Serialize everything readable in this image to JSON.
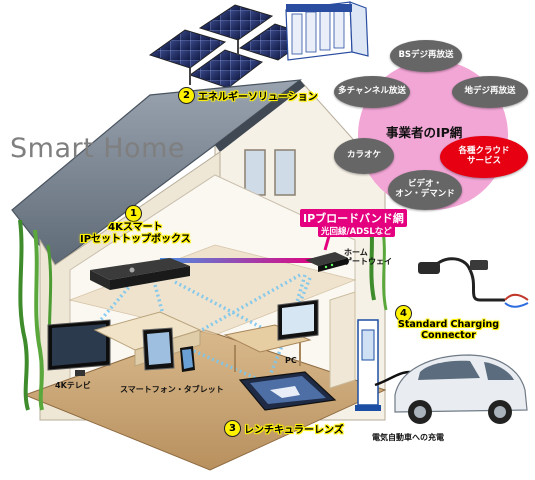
{
  "title": "Smart Home",
  "network": {
    "center": "事業者のIP網",
    "services": [
      "BSデジ再放送",
      "多チャンネル放送",
      "地デジ再放送",
      "カラオケ",
      "各種クラウド\nサービス",
      "ビデオ・\nオン・デマンド"
    ]
  },
  "broadband": {
    "title": "IPブロードバンド網",
    "subtitle": "光回線/ADSLなど"
  },
  "gateway": "ホーム\nゲートウェイ",
  "numbered": [
    {
      "num": "1",
      "label": "4Kスマート\nIPセットトップボックス"
    },
    {
      "num": "2",
      "label": "エネルギーソリューション"
    },
    {
      "num": "3",
      "label": "レンチキュラーレンズ"
    },
    {
      "num": "4",
      "label": "Standard Charging\nConnector"
    }
  ],
  "devices": {
    "tv": "4Kテレビ",
    "smartphone": "スマートフォン・タブレット",
    "pc": "PC",
    "ev": "電気自動車への充電"
  },
  "colors": {
    "network_bg": "#f2a6d6",
    "bubble": "#666666",
    "bubble_highlight": "#e60012",
    "broadband": "#e4007f",
    "number_badge": "#fff200",
    "roof": "#6b7684",
    "walls": "#f6f1e6"
  }
}
